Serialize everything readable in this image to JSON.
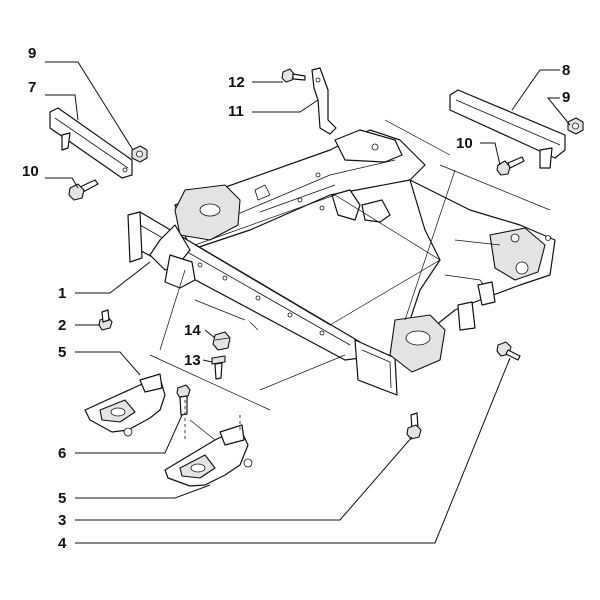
{
  "diagram": {
    "callouts": [
      {
        "id": "c9a",
        "label": "9"
      },
      {
        "id": "c7",
        "label": "7"
      },
      {
        "id": "c10a",
        "label": "10"
      },
      {
        "id": "c12",
        "label": "12"
      },
      {
        "id": "c11",
        "label": "11"
      },
      {
        "id": "c8",
        "label": "8"
      },
      {
        "id": "c9b",
        "label": "9"
      },
      {
        "id": "c10b",
        "label": "10"
      },
      {
        "id": "c1",
        "label": "1"
      },
      {
        "id": "c2",
        "label": "2"
      },
      {
        "id": "c14",
        "label": "14"
      },
      {
        "id": "c13",
        "label": "13"
      },
      {
        "id": "c5a",
        "label": "5"
      },
      {
        "id": "c6",
        "label": "6"
      },
      {
        "id": "c5b",
        "label": "5"
      },
      {
        "id": "c3",
        "label": "3"
      },
      {
        "id": "c4",
        "label": "4"
      }
    ]
  }
}
